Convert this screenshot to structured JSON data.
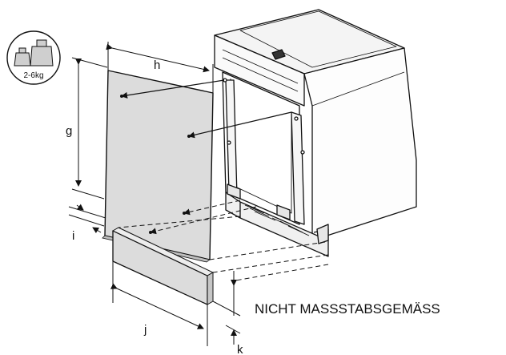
{
  "weight_badge": {
    "text": "2-6kg"
  },
  "dimensions": {
    "g": "g",
    "h": "h",
    "i": "i",
    "j": "j",
    "k": "k"
  },
  "note": "NICHT MASSSTABSGEMÄSS"
}
